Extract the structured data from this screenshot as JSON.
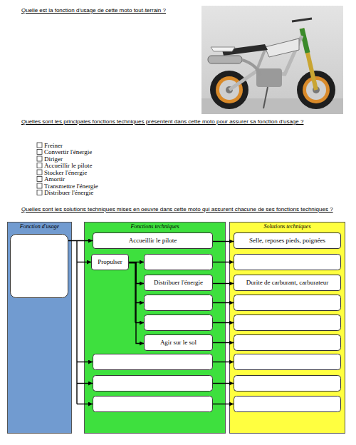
{
  "diagram": {
    "nodes": [
      {
        "text": [
          "Fonction d'usage"
        ]
      },
      {
        "text": [
          "Fonctions techniques"
        ]
      },
      {
        "text": [
          "Accueillir le pilote"
        ],
        "in": 1
      },
      {
        "text": [
          "Propulser"
        ],
        "in": 1
      },
      {
        "text": [
          "Distribuer l'énergie"
        ],
        "in": 1
      },
      {
        "text": [
          "Agir sur le sol"
        ],
        "in": 1
      },
      {
        "text": [
          "Solutions techniques"
        ]
      },
      {
        "text": [
          "Selle, reposes pieds, poignées"
        ],
        "in": 6
      },
      {
        "text": [
          "Durite de carburant, carburateur"
        ],
        "in": 6
      }
    ],
    "edges": [
      {
        "from": 2,
        "to": 7,
        "arrow": "to"
      },
      {
        "from": 3,
        "to": 4,
        "arrow": "to"
      },
      {
        "from": 3,
        "to": 5,
        "arrow": "to"
      },
      {
        "from": 4,
        "to": 8,
        "arrow": "to"
      }
    ],
    "labels": [
      "Quelle est la fonction d'usage de cette moto tout-terrain ?",
      "Quelles sont les principales fonctions techniques présentent dans cette moto pour assurer sa fonction d'usage ?",
      "Freiner",
      "Convertir l'énergie",
      "Diriger",
      "Accueillir le pilote",
      "Stocker l'énergie",
      "Amortir",
      "Transmettre l'énergie",
      "Distribuer l'énergie",
      "Quelles sont les solutions techniques mises en oeuvre dans cette moto qui assurent chacune de ses fonctions techniques ?"
    ]
  }
}
